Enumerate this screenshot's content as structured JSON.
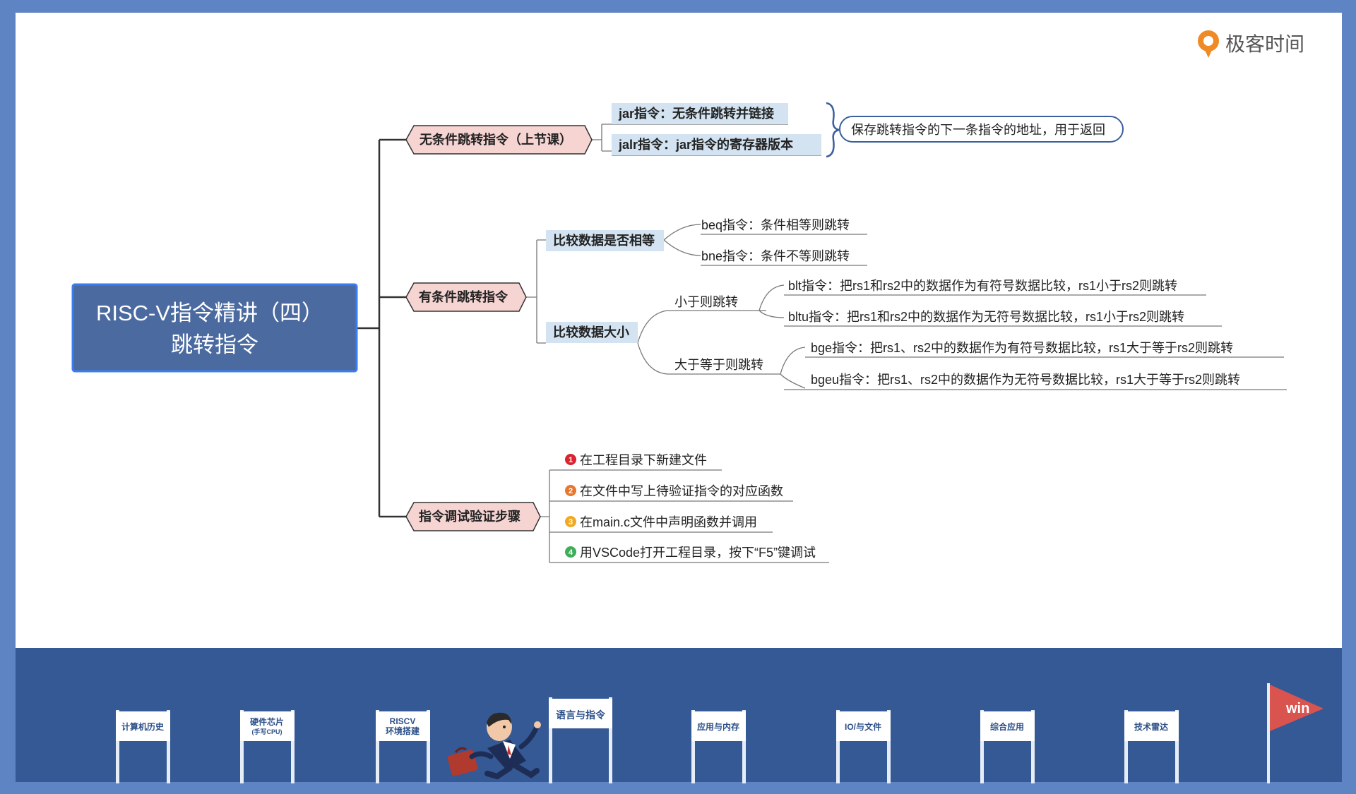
{
  "logo": {
    "text": "极客时间",
    "icon": "geektime-logo-icon"
  },
  "root": {
    "line1": "RISC-V指令精讲（四）",
    "line2": "跳转指令"
  },
  "branches": [
    {
      "label": "无条件跳转指令（上节课）",
      "children": [
        {
          "label": "jar指令：无条件跳转并链接"
        },
        {
          "label": "jalr指令：jar指令的寄存器版本"
        }
      ],
      "note": "保存跳转指令的下一条指令的地址，用于返回"
    },
    {
      "label": "有条件跳转指令",
      "children": [
        {
          "label": "比较数据是否相等",
          "children": [
            {
              "label": "beq指令：条件相等则跳转"
            },
            {
              "label": "bne指令：条件不等则跳转"
            }
          ]
        },
        {
          "label": "比较数据大小",
          "children": [
            {
              "label": "小于则跳转",
              "children": [
                {
                  "label": "blt指令：把rs1和rs2中的数据作为有符号数据比较，rs1小于rs2则跳转"
                },
                {
                  "label": "bltu指令：把rs1和rs2中的数据作为无符号数据比较，rs1小于rs2则跳转"
                }
              ]
            },
            {
              "label": "大于等于则跳转",
              "children": [
                {
                  "label": "bge指令：把rs1、rs2中的数据作为有符号数据比较，rs1大于等于rs2则跳转"
                },
                {
                  "label": "bgeu指令：把rs1、rs2中的数据作为无符号数据比较，rs1大于等于rs2则跳转"
                }
              ]
            }
          ]
        }
      ]
    },
    {
      "label": "指令调试验证步骤",
      "steps": [
        {
          "num": "1",
          "label": "在工程目录下新建文件",
          "color": "#d9232e"
        },
        {
          "num": "2",
          "label": "在文件中写上待验证指令的对应函数",
          "color": "#e8762c"
        },
        {
          "num": "3",
          "label": "在main.c文件中声明函数并调用",
          "color": "#f2a922"
        },
        {
          "num": "4",
          "label": "用VSCode打开工程目录，按下“F5”键调试",
          "color": "#3fae5a"
        }
      ]
    }
  ],
  "roadmap": {
    "gates": [
      {
        "line1": "计算机历史",
        "line2": ""
      },
      {
        "line1": "硬件芯片",
        "line2": "(手写CPU)"
      },
      {
        "line1": "RISCV",
        "line2": "环境搭建"
      },
      {
        "line1": "语言与指令",
        "line2": ""
      },
      {
        "line1": "应用与内存",
        "line2": ""
      },
      {
        "line1": "IO/与文件",
        "line2": ""
      },
      {
        "line1": "综合应用",
        "line2": ""
      },
      {
        "line1": "技术雷达",
        "line2": ""
      }
    ],
    "finish_flag": "win"
  },
  "colors": {
    "frame": "#5f84c4",
    "band": "#345995",
    "root_fill": "#4a6aa0",
    "root_border": "#3d7cf0",
    "hex_fill": "#f5d4d2",
    "label_fill": "#d3e3f1",
    "note_border": "#3a5f9e"
  }
}
